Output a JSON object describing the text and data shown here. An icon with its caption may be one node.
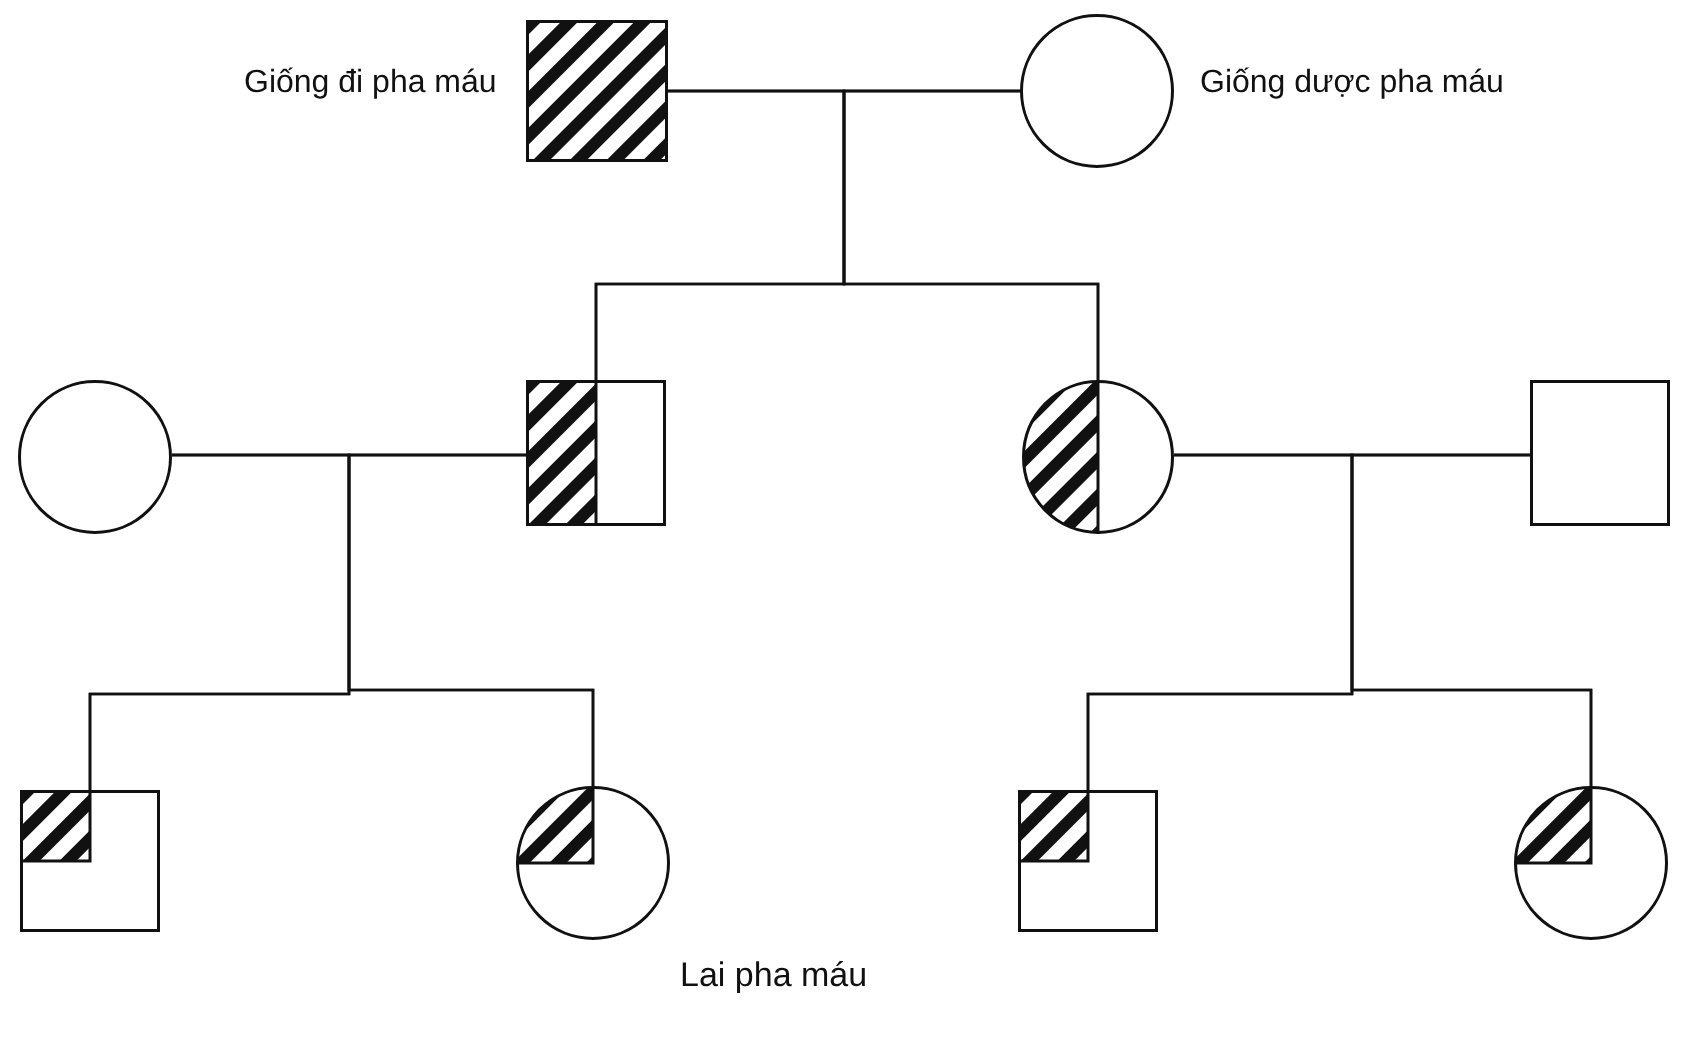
{
  "diagram": {
    "nodes": [
      {
        "text": [],
        "shape": "box",
        "beside": [
          "Giống đi pha máu"
        ]
      },
      {
        "text": [],
        "shape": "circle",
        "beside": [
          "Giống dược pha máu"
        ]
      },
      {
        "text": [],
        "shape": "circle"
      },
      {
        "text": [],
        "shape": "box"
      },
      {
        "text": [],
        "shape": "circle"
      },
      {
        "text": [],
        "shape": "box"
      },
      {
        "text": [],
        "shape": "box"
      },
      {
        "text": [],
        "shape": "circle"
      },
      {
        "text": [],
        "shape": "box"
      },
      {
        "text": [],
        "shape": "circle"
      }
    ],
    "edges": [
      {
        "from": 0,
        "to": 1,
        "arrow": "none"
      },
      {
        "from": 0,
        "to": 3,
        "arrow": "none"
      },
      {
        "from": 1,
        "to": 3,
        "arrow": "none"
      },
      {
        "from": 0,
        "to": 4,
        "arrow": "none"
      },
      {
        "from": 1,
        "to": 4,
        "arrow": "none"
      },
      {
        "from": 2,
        "to": 3,
        "arrow": "none"
      },
      {
        "from": 4,
        "to": 5,
        "arrow": "none"
      },
      {
        "from": 2,
        "to": 6,
        "arrow": "none"
      },
      {
        "from": 3,
        "to": 6,
        "arrow": "none"
      },
      {
        "from": 2,
        "to": 7,
        "arrow": "none"
      },
      {
        "from": 3,
        "to": 7,
        "arrow": "none"
      },
      {
        "from": 4,
        "to": 8,
        "arrow": "none"
      },
      {
        "from": 5,
        "to": 8,
        "arrow": "none"
      },
      {
        "from": 4,
        "to": 9,
        "arrow": "none"
      },
      {
        "from": 5,
        "to": 9,
        "arrow": "none"
      }
    ],
    "labels": [
      "Lai pha máu"
    ]
  }
}
